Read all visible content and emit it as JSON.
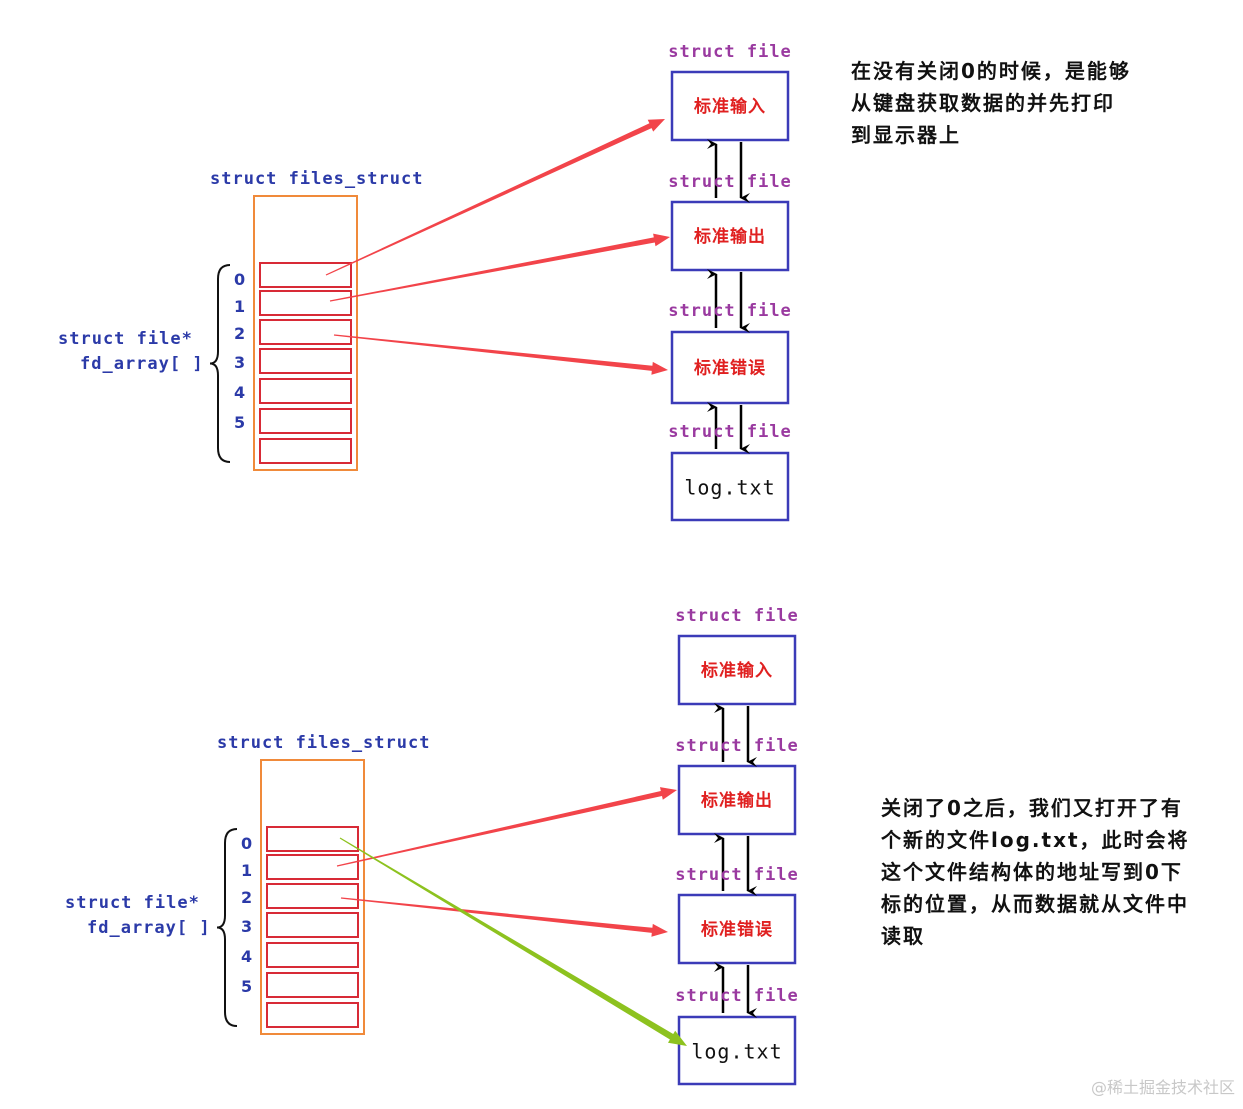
{
  "colors": {
    "struct_label": "#2b3aa8",
    "file_label": "#9a3aa0",
    "file_box": "#3b3bb8",
    "stream_text": "#e02020",
    "table_border": "#f08a3a",
    "slot_border": "#d82a36",
    "red_arrow": "#f2444a",
    "green_arrow": "#8dc21f",
    "black_arrow": "#000000"
  },
  "diagrams": [
    {
      "files_struct_label": "struct files_struct",
      "fd_array_label_line1": "struct  file*",
      "fd_array_label_line2": "fd_array[ ]",
      "indices": [
        "0",
        "1",
        "2",
        "3",
        "4",
        "5"
      ],
      "file_nodes": [
        {
          "struct_label": "struct file",
          "name": "标准输入"
        },
        {
          "struct_label": "struct file",
          "name": "标准输出"
        },
        {
          "struct_label": "struct file",
          "name": "标准错误"
        },
        {
          "struct_label": "struct file",
          "name": "log.txt"
        }
      ],
      "note_lines": [
        "在没有关闭0的时候，是能够",
        "从键盘获取数据的并先打印",
        "到显示器上"
      ]
    },
    {
      "files_struct_label": "struct files_struct",
      "fd_array_label_line1": "struct  file*",
      "fd_array_label_line2": "fd_array[ ]",
      "indices": [
        "0",
        "1",
        "2",
        "3",
        "4",
        "5"
      ],
      "file_nodes": [
        {
          "struct_label": "struct file",
          "name": "标准输入"
        },
        {
          "struct_label": "struct file",
          "name": "标准输出"
        },
        {
          "struct_label": "struct file",
          "name": "标准错误"
        },
        {
          "struct_label": "struct file",
          "name": "log.txt"
        }
      ],
      "note_lines": [
        "关闭了0之后，我们又打开了有",
        "个新的文件log.txt，此时会将",
        "这个文件结构体的地址写到0下",
        "标的位置，从而数据就从文件中",
        "读取"
      ]
    }
  ],
  "watermark": "@稀土掘金技术社区"
}
